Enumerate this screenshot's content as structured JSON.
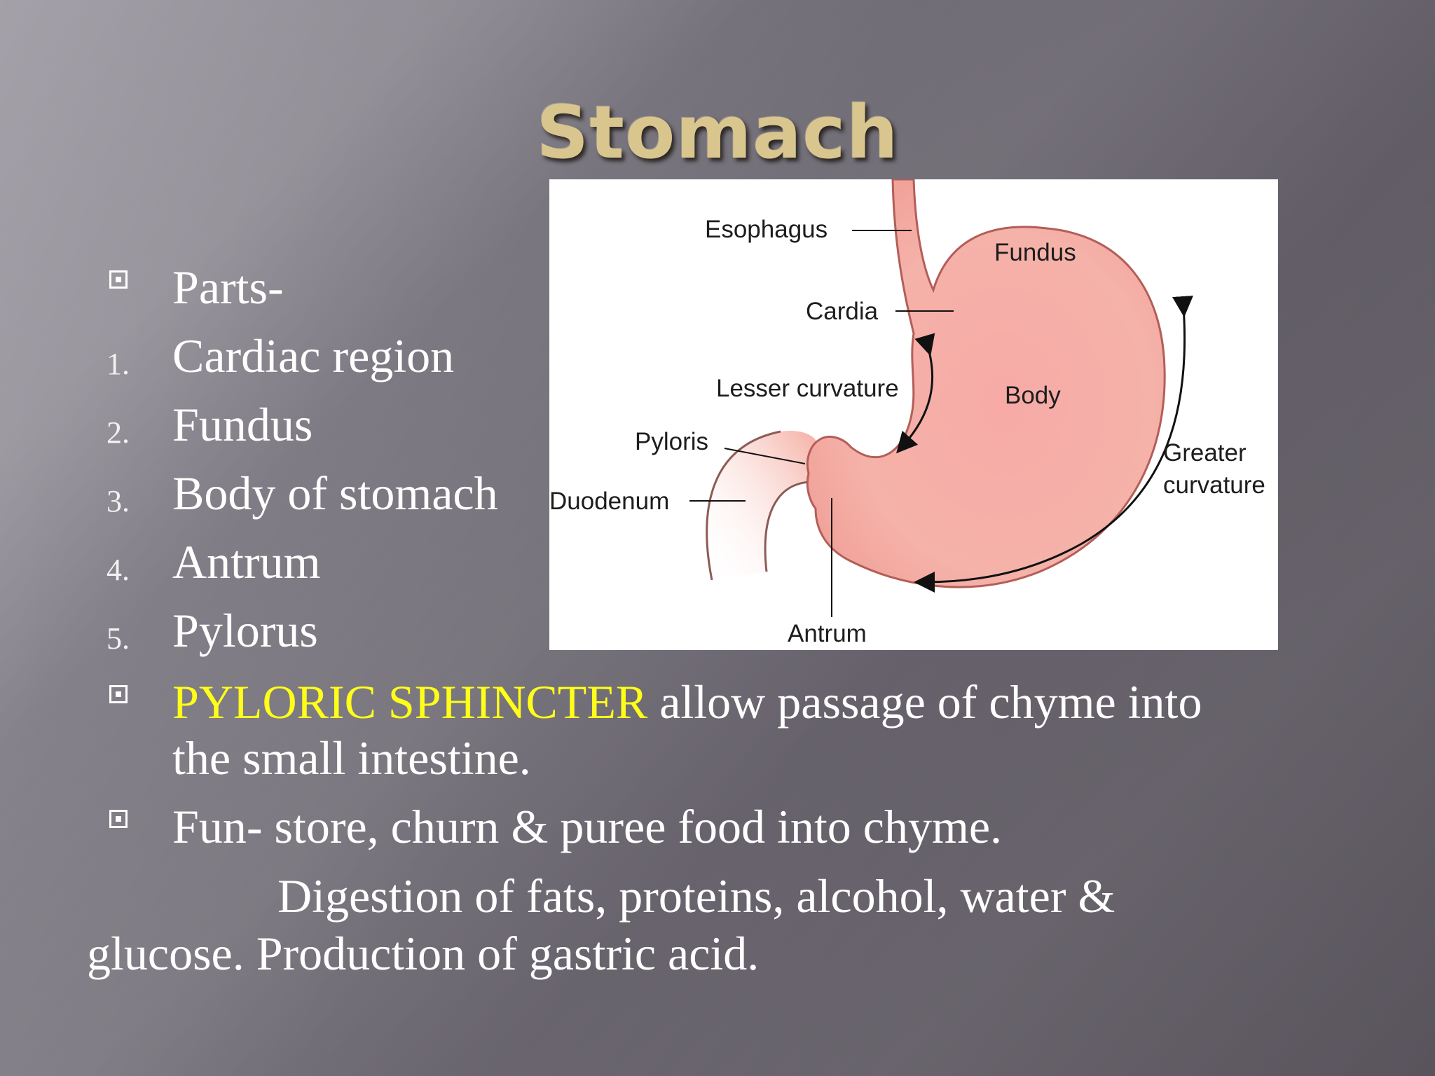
{
  "slide": {
    "title": "Stomach",
    "parts_heading": "Parts-",
    "parts": [
      {
        "num": "1.",
        "text": "Cardiac region"
      },
      {
        "num": "2.",
        "text": "Fundus"
      },
      {
        "num": "3.",
        "text": "Body of stomach"
      },
      {
        "num": "4.",
        "text": "Antrum"
      },
      {
        "num": "5.",
        "text": "Pylorus"
      }
    ],
    "sphincter": {
      "highlight": "PYLORIC SPHINCTER",
      "rest_line1": " allow passage of chyme into",
      "rest_line2": "the small intestine."
    },
    "function_line": "Fun-  store, churn & puree food into chyme.",
    "function_paragraph": "Digestion of fats, proteins, alcohol, water & glucose.  Production of gastric acid.",
    "colors": {
      "title": "#d9c68e",
      "highlight": "#ffff19",
      "stomach": "#f3a7a0"
    }
  },
  "diagram": {
    "labels": {
      "esophagus": "Esophagus",
      "fundus": "Fundus",
      "cardia": "Cardia",
      "lesser_curvature": "Lesser curvature",
      "body": "Body",
      "pyloris": "Pyloris",
      "greater_curvature_1": "Greater",
      "greater_curvature_2": "curvature",
      "duodenum": "Duodenum",
      "antrum": "Antrum"
    }
  }
}
